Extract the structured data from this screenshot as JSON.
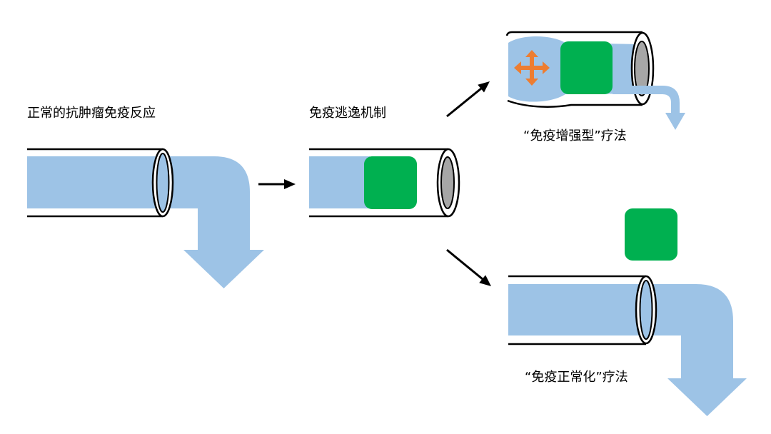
{
  "labels": {
    "normal_response": "正常的抗肿瘤免疫反应",
    "immune_escape": "免疫逃逸机制",
    "immune_enhancement_therapy": "“免疫增强型”疗法",
    "immune_normalization_therapy": "“免疫正常化”疗法"
  },
  "colors": {
    "flow": "#9dc3e6",
    "blocker": "#00b050",
    "blocked_end": "#a6a6a6",
    "expansion_arrow": "#ed7d31",
    "outline": "#000000"
  },
  "icons": {
    "expansion": "four-way-arrow-icon",
    "transition": "arrow-icon"
  }
}
